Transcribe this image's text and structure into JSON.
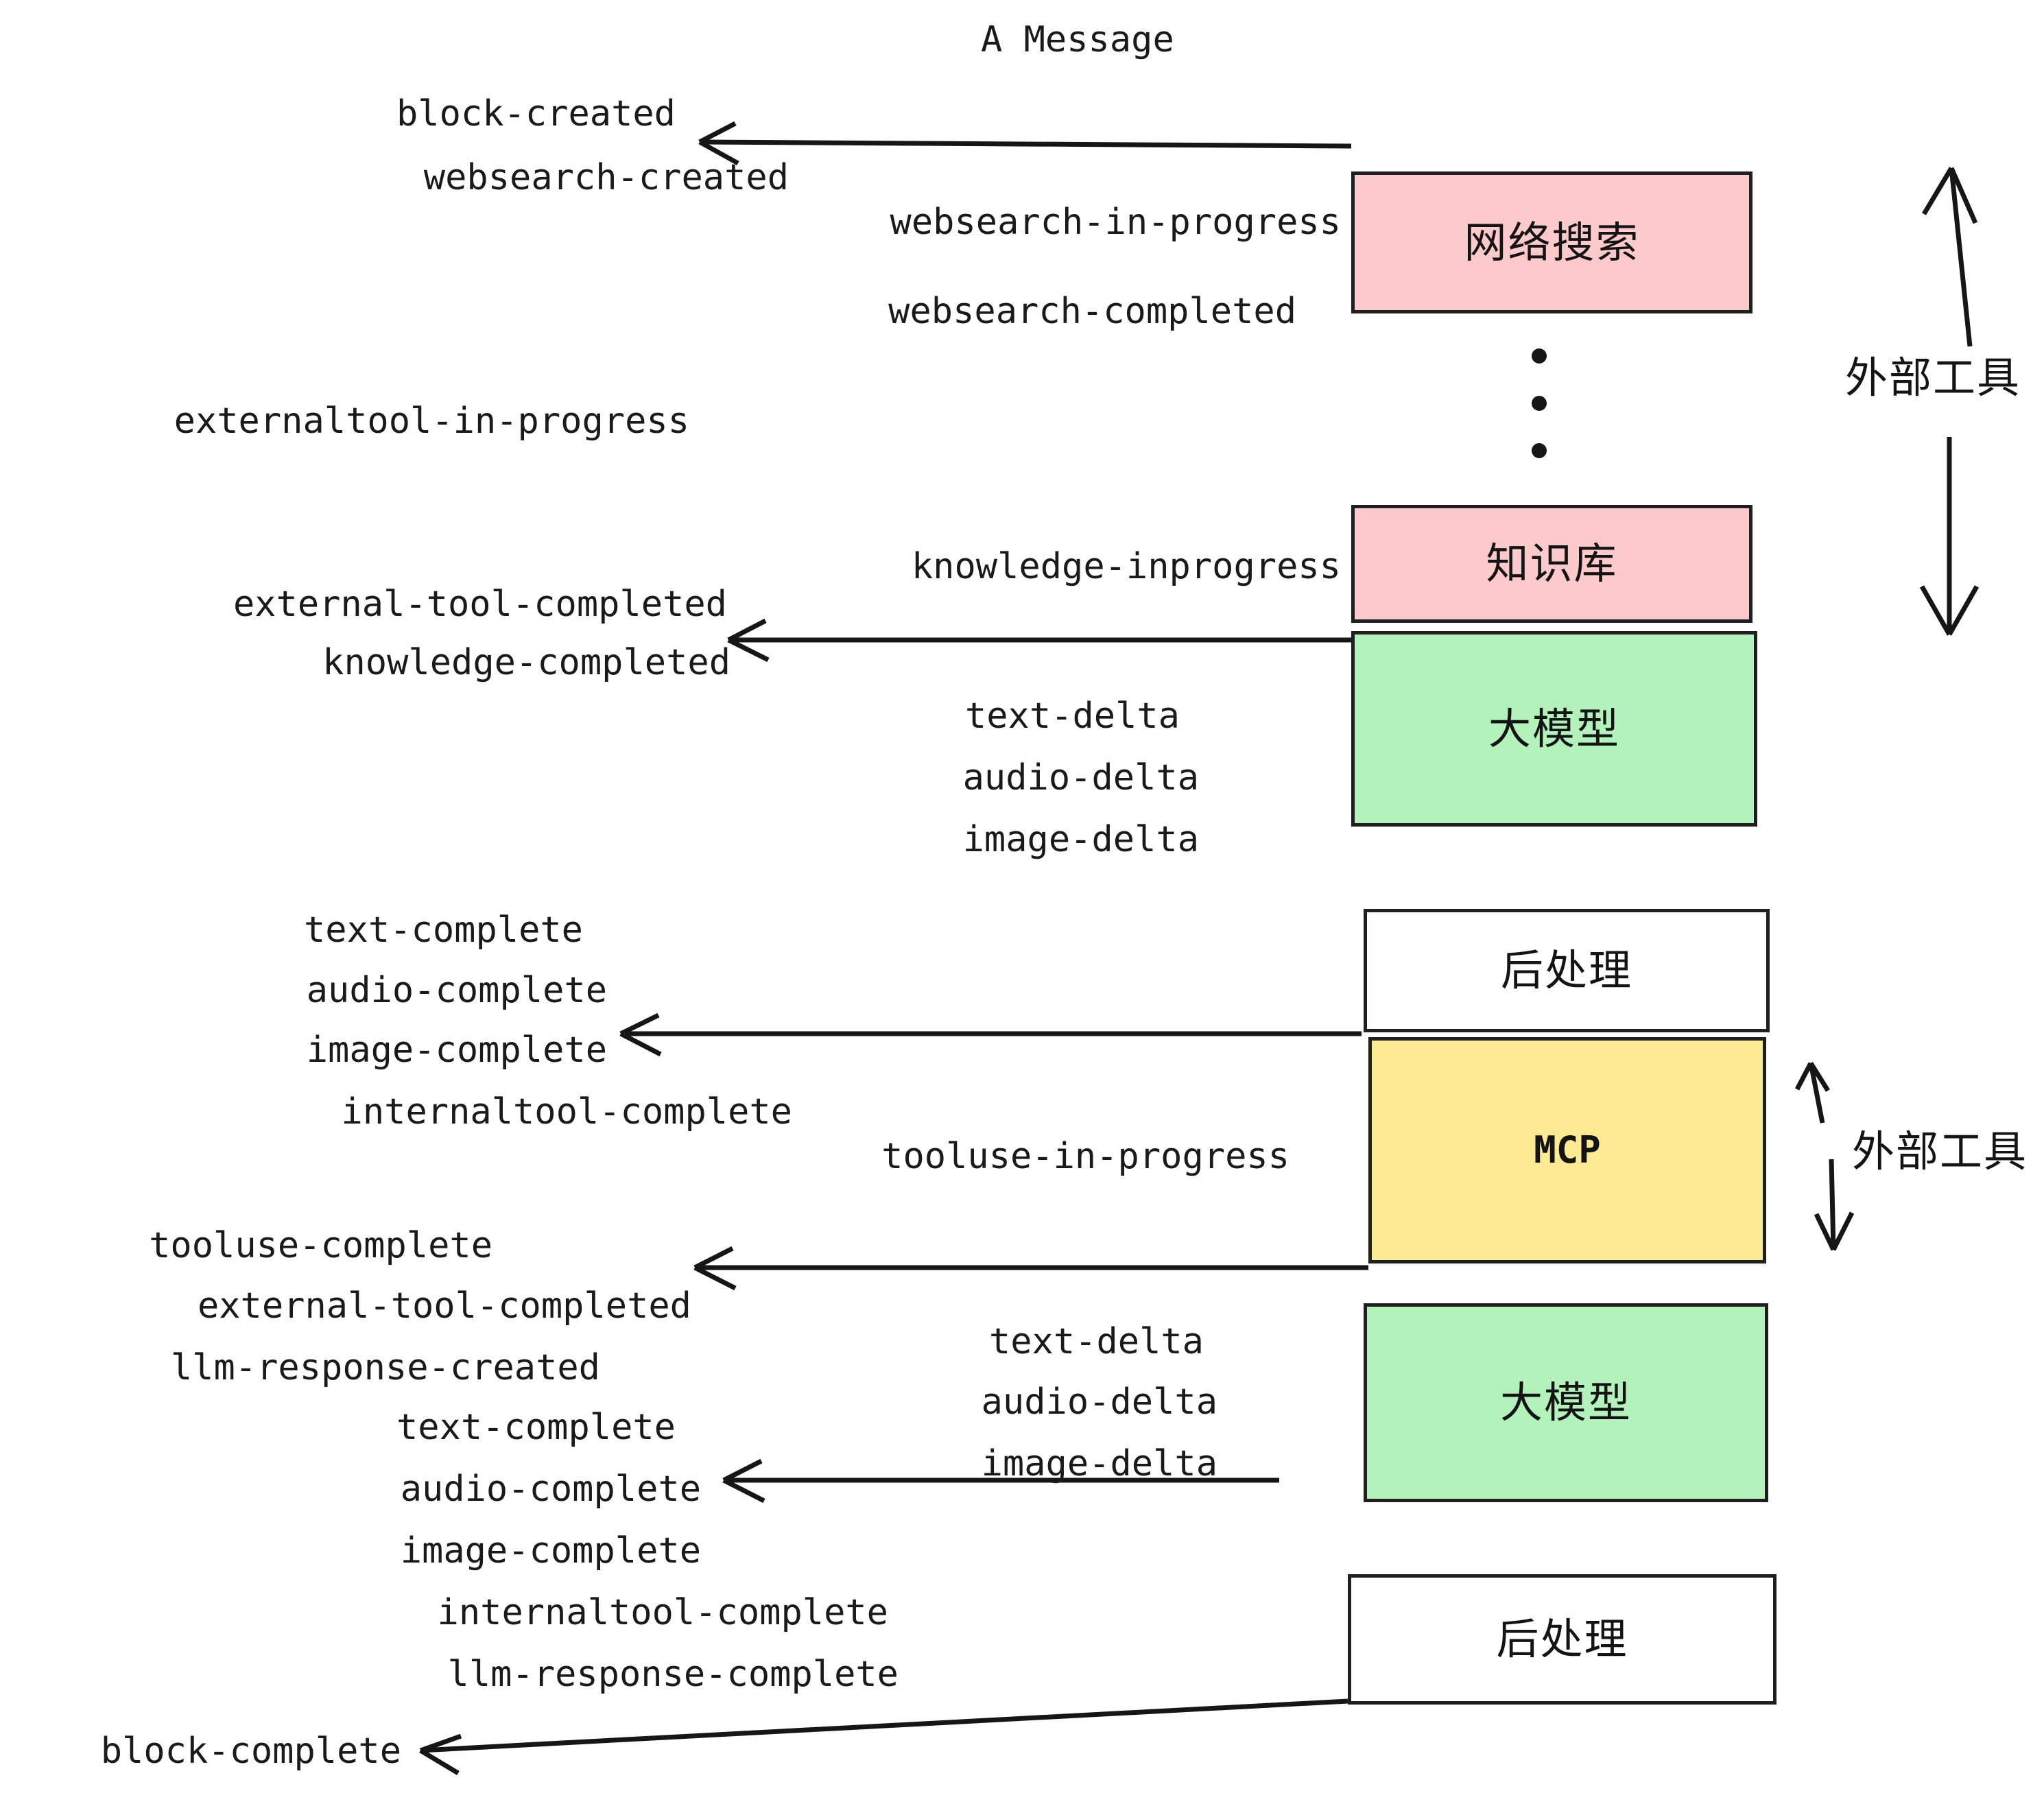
{
  "title": "A Message",
  "colors": {
    "pink": "#fccaca",
    "green": "#b4f2bc",
    "yellow": "#fceb92",
    "white": "#ffffff",
    "stroke": "#1f1f1f",
    "text": "#1a1a1a"
  },
  "boxes": [
    {
      "id": "websearch",
      "label": "网络搜索",
      "fill": "#fccaca"
    },
    {
      "id": "knowledge",
      "label": "知识库",
      "fill": "#fccaca"
    },
    {
      "id": "llm-upper",
      "label": "大模型",
      "fill": "#b4f2bc"
    },
    {
      "id": "post-upper",
      "label": "后处理",
      "fill": "#ffffff"
    },
    {
      "id": "mcp",
      "label": "MCP",
      "fill": "#fceb92"
    },
    {
      "id": "llm-lower",
      "label": "大模型",
      "fill": "#b4f2bc"
    },
    {
      "id": "post-lower",
      "label": "后处理",
      "fill": "#ffffff"
    }
  ],
  "side_labels": [
    {
      "id": "external-tool-upper",
      "label": "外部工具"
    },
    {
      "id": "external-tool-lower",
      "label": "外部工具"
    }
  ],
  "events": {
    "block_created": "block-created",
    "websearch_created": "websearch-created",
    "websearch_in_progress": "websearch-in-progress",
    "websearch_completed": "websearch-completed",
    "externaltool_in_progress": "externaltool-in-progress",
    "knowledge_inprogress": "knowledge-inprogress",
    "external_tool_completed_1": "external-tool-completed",
    "knowledge_completed": "knowledge-completed",
    "text_delta_1": "text-delta",
    "audio_delta_1": "audio-delta",
    "image_delta_1": "image-delta",
    "text_complete_1": "text-complete",
    "audio_complete_1": "audio-complete",
    "image_complete_1": "image-complete",
    "internaltool_complete_1": "internaltool-complete",
    "tooluse_in_progress": "tooluse-in-progress",
    "tooluse_complete": "tooluse-complete",
    "external_tool_completed_2": "external-tool-completed",
    "llm_response_created": "llm-response-created",
    "text_delta_2": "text-delta",
    "audio_delta_2": "audio-delta",
    "image_delta_2": "image-delta",
    "text_complete_2": "text-complete",
    "audio_complete_2": "audio-complete",
    "image_complete_2": "image-complete",
    "internaltool_complete_2": "internaltool-complete",
    "llm_response_complete": "llm-response-complete",
    "block_complete": "block-complete"
  }
}
